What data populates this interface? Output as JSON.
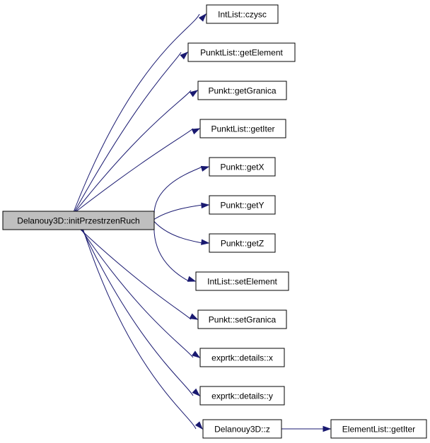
{
  "graph": {
    "root": {
      "label": "Delanouy3D::initPrzestrzenRuch",
      "fill": "#bfbfbf"
    },
    "callees": [
      {
        "label": "IntList::czysc"
      },
      {
        "label": "PunktList::getElement"
      },
      {
        "label": "Punkt::getGranica"
      },
      {
        "label": "PunktList::getIter"
      },
      {
        "label": "Punkt::getX"
      },
      {
        "label": "Punkt::getY"
      },
      {
        "label": "Punkt::getZ"
      },
      {
        "label": "IntList::setElement"
      },
      {
        "label": "Punkt::setGranica"
      },
      {
        "label": "exprtk::details::x"
      },
      {
        "label": "exprtk::details::y"
      },
      {
        "label": "Delanouy3D::z"
      }
    ],
    "secondary": {
      "label": "ElementList::getIter"
    },
    "edge_color": "#191970",
    "node_fill": "#ffffff"
  }
}
